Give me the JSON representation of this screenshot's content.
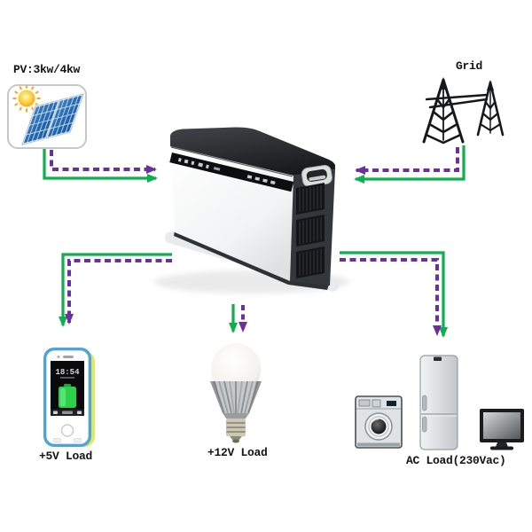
{
  "pv": {
    "label": "PV:3kw/4kw"
  },
  "grid": {
    "label": "Grid"
  },
  "loads": {
    "dc5v": {
      "label": "+5V Load"
    },
    "dc12v": {
      "label": "+12V Load"
    },
    "ac": {
      "label": "AC Load(230Vac)"
    }
  },
  "phone": {
    "time": "18:54"
  },
  "icons": {
    "pv_source": "solar-panel-icon",
    "grid_source": "transmission-towers-icon",
    "center_unit": "inverter-battery-unit",
    "dc5v_load": "smartphone-icon",
    "dc12v_load": "led-bulb-icon",
    "ac_loads": [
      "washing-machine-icon",
      "refrigerator-icon",
      "tv-icon"
    ]
  },
  "connections": [
    {
      "from": "pv",
      "to": "inverter",
      "styles": [
        "green-solid",
        "purple-dashed"
      ]
    },
    {
      "from": "grid",
      "to": "inverter",
      "styles": [
        "green-solid",
        "purple-dashed"
      ]
    },
    {
      "from": "inverter",
      "to": "dc5v-load",
      "styles": [
        "green-solid",
        "purple-dashed"
      ]
    },
    {
      "from": "inverter",
      "to": "dc12v-load",
      "styles": [
        "green-solid",
        "purple-dashed"
      ]
    },
    {
      "from": "inverter",
      "to": "ac-load",
      "styles": [
        "green-solid",
        "purple-dashed"
      ]
    }
  ],
  "colors": {
    "flow_solid_green": "#0fae4f",
    "flow_dashed_purple": "#6e2f9e",
    "panel_blue": "#2166b1",
    "sun_orange": "#ffa726",
    "phone_case_blue": "#4da3dc",
    "phone_case_yellow": "#e3e65a",
    "battery_green": "#2bd14a",
    "label_text": "#141414"
  }
}
